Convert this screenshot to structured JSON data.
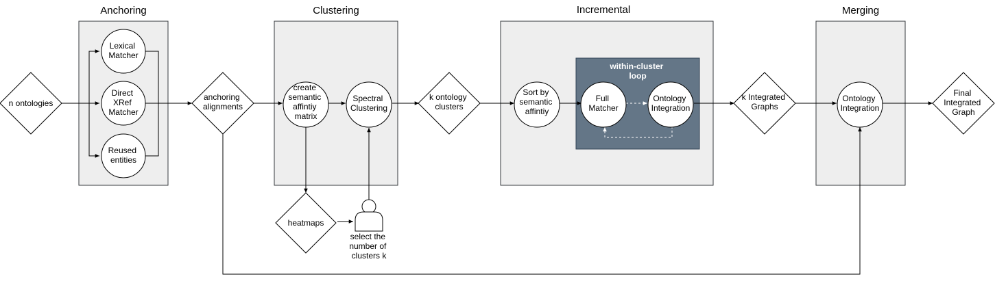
{
  "stages": {
    "anchoring": "Anchoring",
    "clustering": "Clustering",
    "incremental": "Incremental",
    "merging": "Merging"
  },
  "loop_title": [
    "within-cluster",
    "loop"
  ],
  "nodes": {
    "n_ontologies": [
      "n ontologies"
    ],
    "lexical_matcher": [
      "Lexical",
      "Matcher"
    ],
    "direct_xref_matcher": [
      "Direct",
      "XRef",
      "Matcher"
    ],
    "reused_entities": [
      "Reused",
      "entities"
    ],
    "anchoring_alignments": [
      "anchoring",
      "alignments"
    ],
    "semantic_affinity_matrix": [
      "create",
      "semantic",
      "affintiy",
      "matrix"
    ],
    "spectral_clustering": [
      "Spectral",
      "Clustering"
    ],
    "heatmaps": [
      "heatmaps"
    ],
    "user_selection": [
      "select the",
      "number of",
      "clusters k"
    ],
    "k_ontology_clusters": [
      "k ontology",
      "clusters"
    ],
    "sort_by_affinity": [
      "Sort by",
      "semantic",
      "affintiy"
    ],
    "full_matcher": [
      "Full",
      "Matcher"
    ],
    "ontology_integration_loop": [
      "Ontology",
      "Integration"
    ],
    "k_integrated_graphs": [
      "k Integrated",
      "Graphs"
    ],
    "ontology_integration_merge": [
      "Ontology",
      "Integration"
    ],
    "final_integrated_graph": [
      "Final",
      "Integrated",
      "Graph"
    ]
  },
  "colors": {
    "stage_fill": "#eeeeee",
    "loop_fill": "#647687",
    "loop_text": "#ffffff"
  }
}
